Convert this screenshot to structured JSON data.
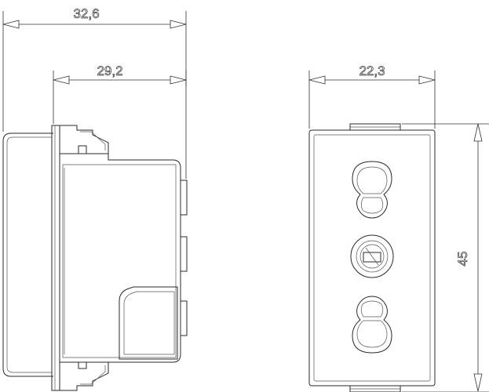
{
  "diagram": {
    "dimensions": {
      "overall_depth": "32,6",
      "body_depth": "29,2",
      "front_width": "22,3",
      "front_height": "45"
    },
    "views": {
      "side": "side-view",
      "front": "front-view"
    }
  }
}
